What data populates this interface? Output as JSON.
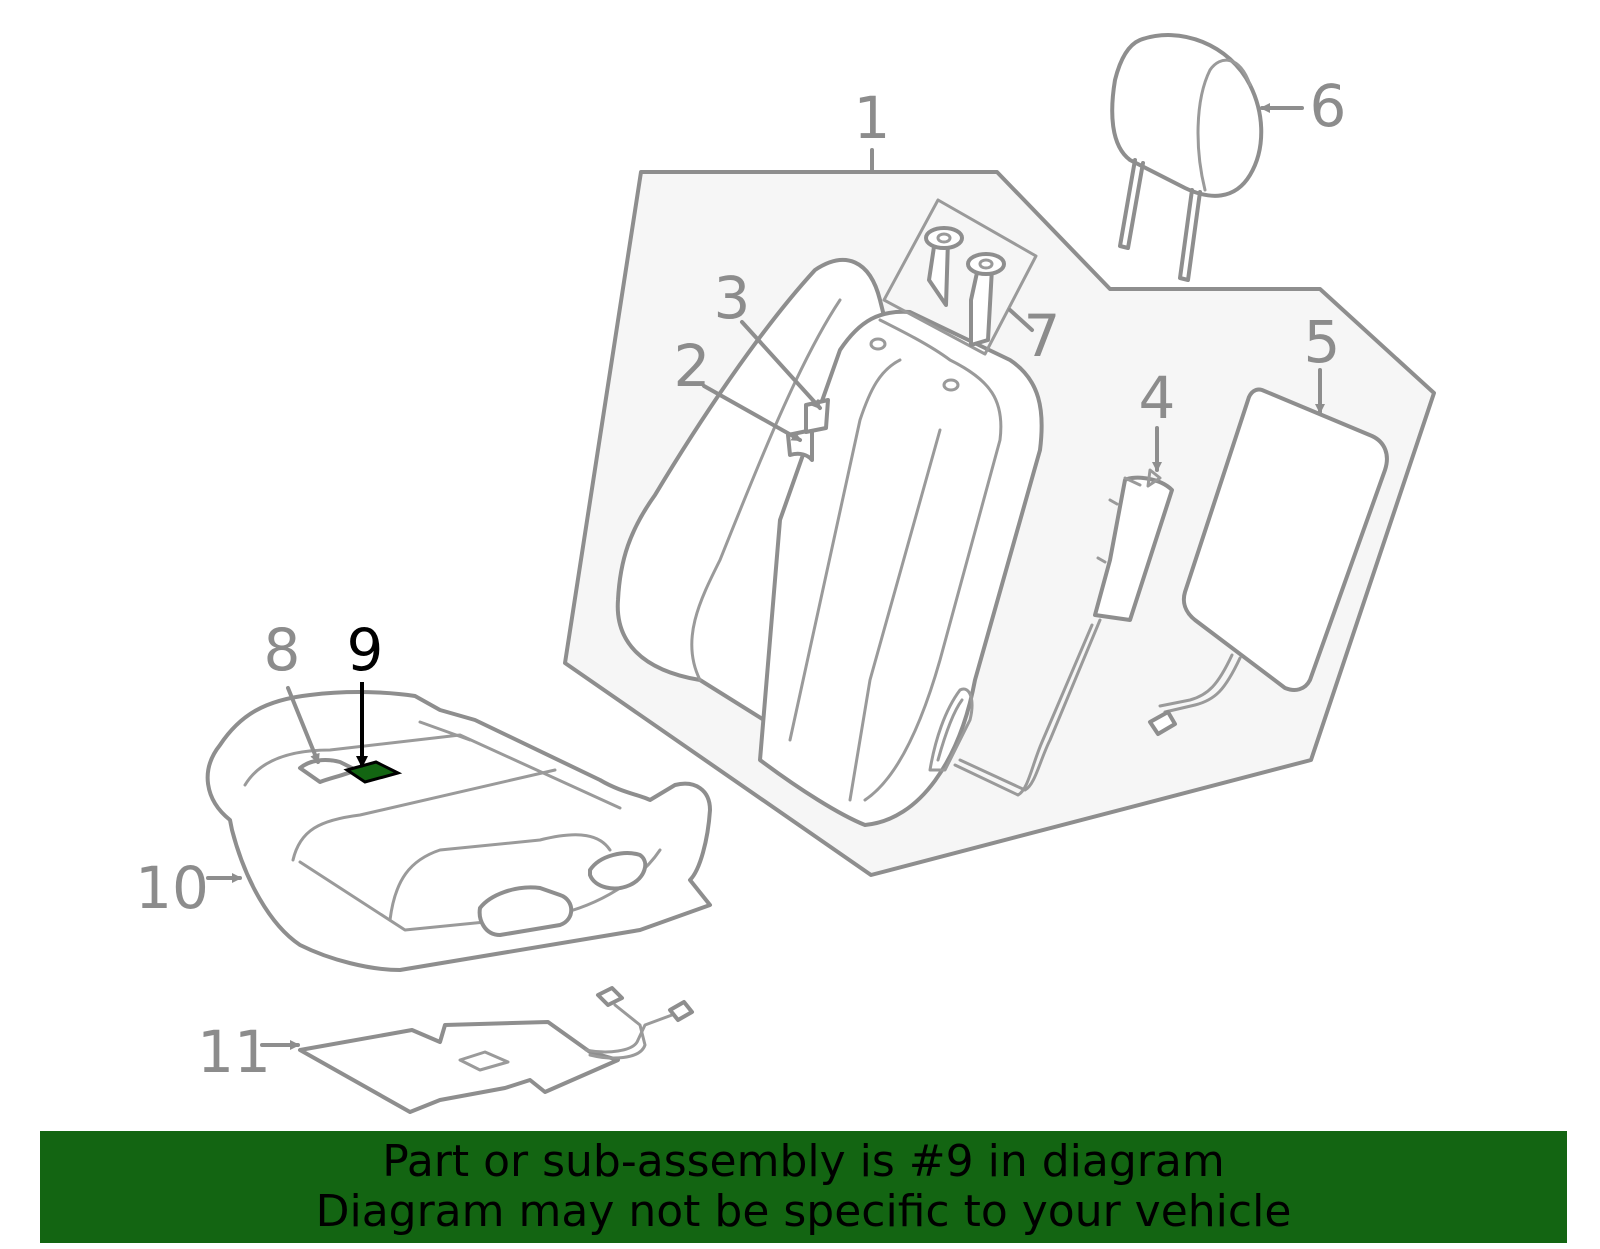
{
  "diagram": {
    "callouts": [
      {
        "id": "1",
        "label": "1"
      },
      {
        "id": "2",
        "label": "2"
      },
      {
        "id": "3",
        "label": "3"
      },
      {
        "id": "4",
        "label": "4"
      },
      {
        "id": "5",
        "label": "5"
      },
      {
        "id": "6",
        "label": "6"
      },
      {
        "id": "7",
        "label": "7"
      },
      {
        "id": "8",
        "label": "8"
      },
      {
        "id": "9",
        "label": "9",
        "highlighted": true
      },
      {
        "id": "10",
        "label": "10"
      },
      {
        "id": "11",
        "label": "11"
      }
    ],
    "highlight_color": "#136512",
    "line_color": "#8e8e8e"
  },
  "banner": {
    "line1": "Part or sub-assembly is #9 in diagram",
    "line2": "Diagram may not be specific to your vehicle",
    "background": "#136512"
  }
}
